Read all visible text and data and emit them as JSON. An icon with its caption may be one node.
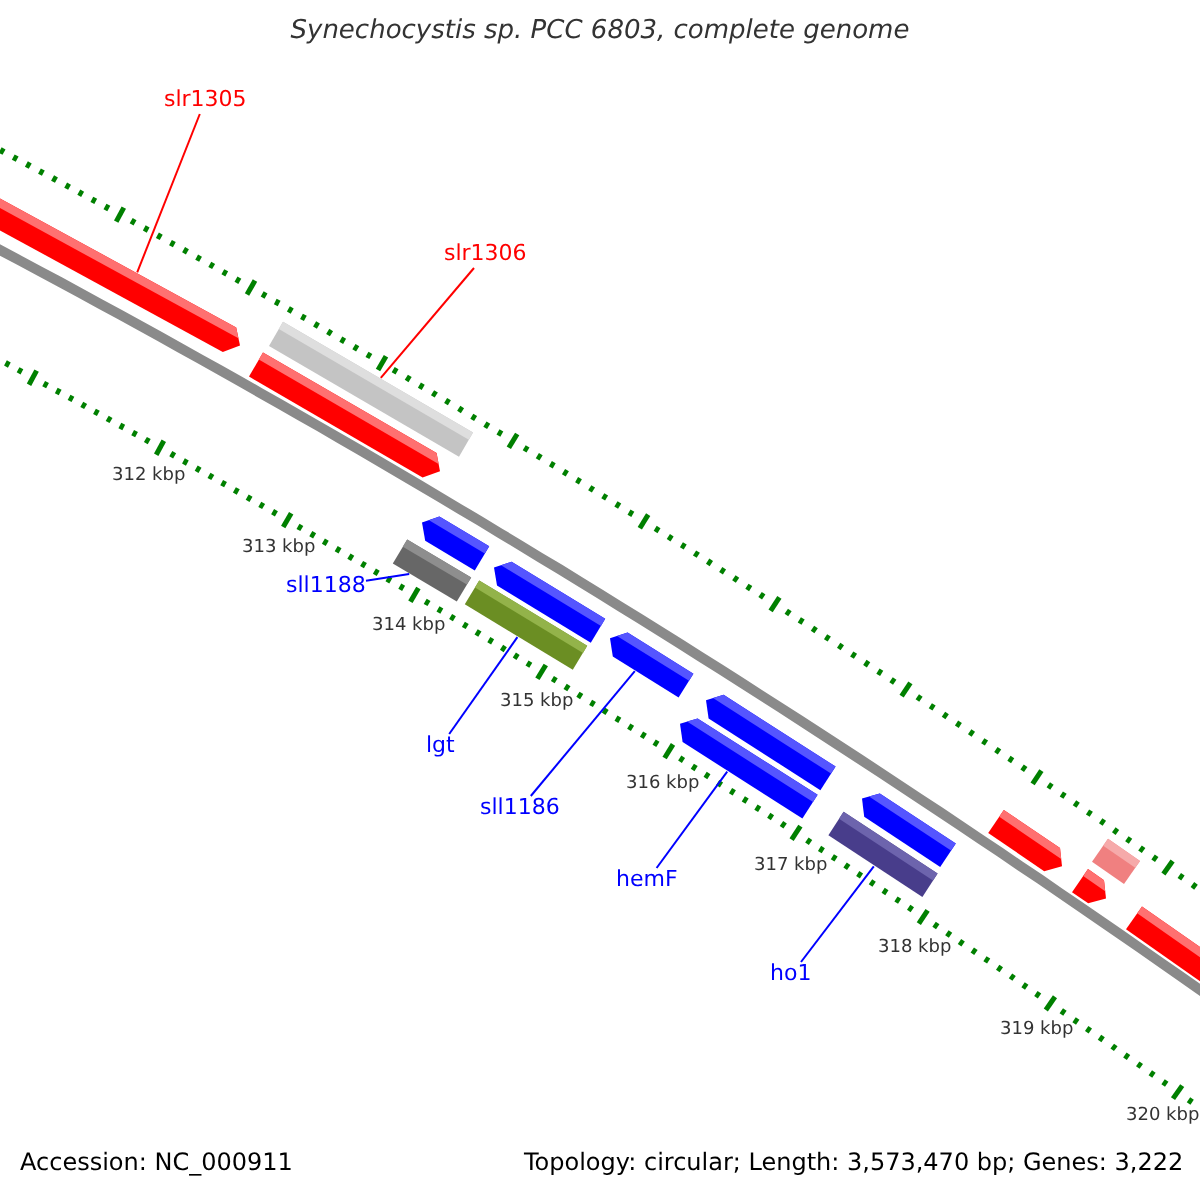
{
  "diagram": {
    "title": "Synechocystis sp. PCC 6803, complete genome",
    "nodes": [
      {
        "text": [],
        "shape": "bar"
      },
      {
        "text": [],
        "shape": "bar"
      },
      {
        "text": [],
        "shape": "bar"
      },
      {
        "text": [],
        "shape": "bar"
      },
      {
        "text": [],
        "shape": "bar"
      },
      {
        "text": [],
        "shape": "bar"
      },
      {
        "text": [],
        "shape": "bar"
      },
      {
        "text": [],
        "shape": "bar"
      },
      {
        "text": [],
        "shape": "bar"
      },
      {
        "text": [],
        "shape": "bar"
      },
      {
        "text": [],
        "shape": "bar"
      },
      {
        "text": [],
        "shape": "bar"
      },
      {
        "text": [],
        "shape": "bar"
      },
      {
        "text": [],
        "shape": "bar"
      },
      {
        "text": [],
        "shape": "bar"
      },
      {
        "text": [],
        "shape": "bar"
      },
      {
        "text": [
          "slr1305"
        ]
      },
      {
        "text": [
          "slr1306"
        ]
      },
      {
        "text": [
          "sll1188"
        ]
      },
      {
        "text": [
          "lgt"
        ]
      },
      {
        "text": [
          "sll1186"
        ]
      },
      {
        "text": [
          "hemF"
        ]
      },
      {
        "text": [
          "ho1"
        ]
      }
    ],
    "edges": [
      {
        "from": 16,
        "to": 0,
        "arrow": "none",
        "color": "#ff0000"
      },
      {
        "from": 17,
        "to": 2,
        "arrow": "none",
        "color": "#ff0000"
      },
      {
        "from": 18,
        "to": 3,
        "arrow": "none"
      },
      {
        "from": 19,
        "to": 5,
        "arrow": "none"
      },
      {
        "from": 20,
        "to": 7,
        "arrow": "none"
      },
      {
        "from": 21,
        "to": 8,
        "arrow": "none"
      },
      {
        "from": 22,
        "to": 10,
        "arrow": "none"
      }
    ],
    "labels": [
      "312 kbp",
      "313 kbp",
      "314 kbp",
      "315 kbp",
      "316 kbp",
      "317 kbp",
      "318 kbp",
      "319 kbp",
      "320 kbp",
      "Accession: NC_000911",
      "Topology: circular; Length: 3,573,470 bp; Genes: 3,222"
    ]
  }
}
